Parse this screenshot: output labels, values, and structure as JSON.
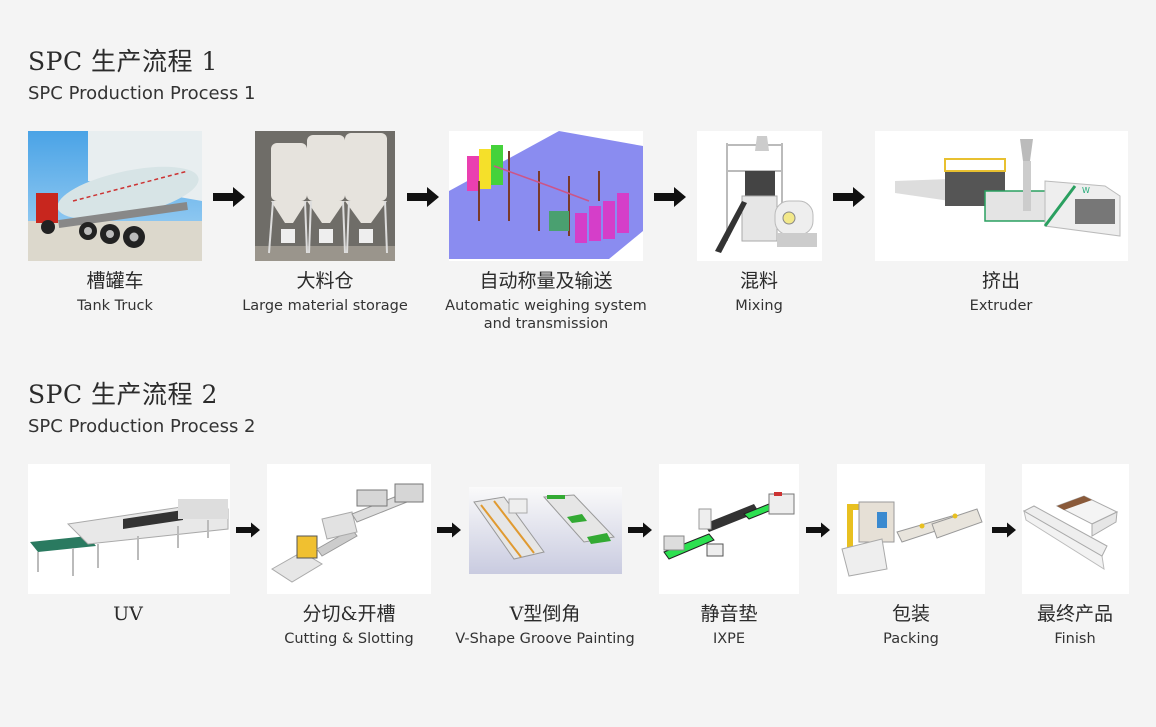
{
  "sections": [
    {
      "title_cn": "SPC 生产流程 1",
      "title_en": "SPC Production Process 1",
      "steps": [
        {
          "cn": "槽罐车",
          "en": "Tank Truck",
          "icon": "tank-truck-image"
        },
        {
          "cn": "大料仓",
          "en": "Large material storage",
          "icon": "silo-storage-image"
        },
        {
          "cn": "自动称量及输送",
          "en": "Automatic weighing system and transmission",
          "icon": "weighing-system-image"
        },
        {
          "cn": "混料",
          "en": "Mixing",
          "icon": "mixer-image"
        },
        {
          "cn": "挤出",
          "en": "Extruder",
          "icon": "extruder-image"
        }
      ]
    },
    {
      "title_cn": "SPC 生产流程 2",
      "title_en": "SPC Production Process 2",
      "steps": [
        {
          "cn": "UV",
          "en": "",
          "icon": "uv-line-image"
        },
        {
          "cn": "分切&开槽",
          "en": "Cutting & Slotting",
          "icon": "cutting-line-image"
        },
        {
          "cn": "V型倒角",
          "en": "V-Shape Groove Painting",
          "icon": "v-groove-line-image"
        },
        {
          "cn": "静音垫",
          "en": "IXPE",
          "icon": "ixpe-line-image"
        },
        {
          "cn": "包装",
          "en": "Packing",
          "icon": "packing-line-image"
        },
        {
          "cn": "最终产品",
          "en": "Finish",
          "icon": "finished-boxes-image"
        }
      ]
    }
  ],
  "colors": {
    "background": "#f4f4f4",
    "arrow": "#111111",
    "text": "#333333"
  }
}
